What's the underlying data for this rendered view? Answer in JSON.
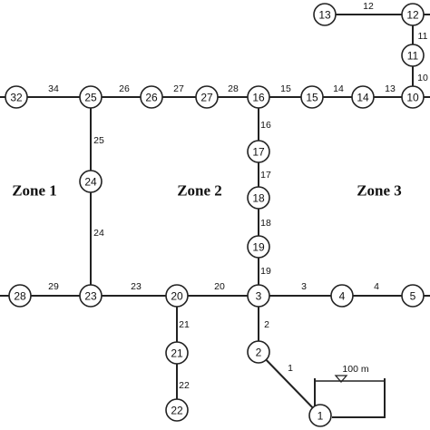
{
  "zones": [
    {
      "id": "zone1",
      "label": "Zone 1"
    },
    {
      "id": "zone2",
      "label": "Zone 2"
    },
    {
      "id": "zone3",
      "label": "Zone 3"
    }
  ],
  "reservoir": {
    "label": "100 m"
  },
  "nodes": [
    "1",
    "2",
    "3",
    "4",
    "5",
    "10",
    "11",
    "12",
    "13",
    "14",
    "15",
    "16",
    "17",
    "18",
    "19",
    "20",
    "21",
    "22",
    "23",
    "24",
    "25",
    "26",
    "27",
    "28",
    "32"
  ],
  "pipes": [
    {
      "id": "p1",
      "label": "1"
    },
    {
      "id": "p2",
      "label": "2"
    },
    {
      "id": "p3",
      "label": "3"
    },
    {
      "id": "p4",
      "label": "4"
    },
    {
      "id": "p10",
      "label": "10"
    },
    {
      "id": "p11",
      "label": "11"
    },
    {
      "id": "p12",
      "label": "12"
    },
    {
      "id": "p13",
      "label": "13"
    },
    {
      "id": "p14",
      "label": "14"
    },
    {
      "id": "p15",
      "label": "15"
    },
    {
      "id": "p16",
      "label": "16"
    },
    {
      "id": "p17",
      "label": "17"
    },
    {
      "id": "p18",
      "label": "18"
    },
    {
      "id": "p19",
      "label": "19"
    },
    {
      "id": "p20",
      "label": "20"
    },
    {
      "id": "p21",
      "label": "21"
    },
    {
      "id": "p22",
      "label": "22"
    },
    {
      "id": "p23",
      "label": "23"
    },
    {
      "id": "p24",
      "label": "24"
    },
    {
      "id": "p25",
      "label": "25"
    },
    {
      "id": "p26",
      "label": "26"
    },
    {
      "id": "p27",
      "label": "27"
    },
    {
      "id": "p28",
      "label": "28"
    },
    {
      "id": "p29",
      "label": "29"
    },
    {
      "id": "p34",
      "label": "34"
    }
  ]
}
